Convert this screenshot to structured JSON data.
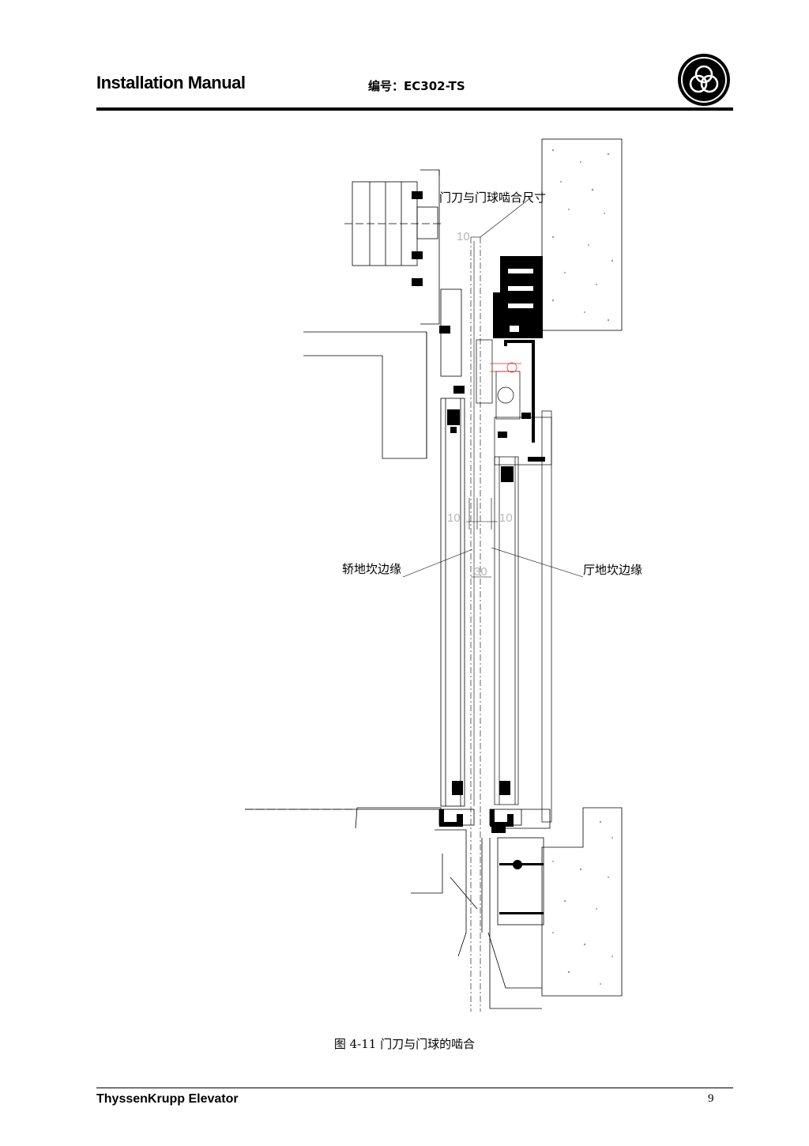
{
  "header": {
    "title": "Installation Manual",
    "doc_number": "编号：EC302-TS"
  },
  "drawing": {
    "label_engagement": "门刀与门球啮合尺寸",
    "label_car_sill_edge": "轿地坎边缘",
    "label_hall_sill_edge": "厅地坎边缘",
    "dim_top": "10",
    "dim_left": "10",
    "dim_right": "10",
    "dim_gap": "30"
  },
  "caption": "图 4-11   门刀与门球的啮合",
  "footer": {
    "company": "ThyssenKrupp Elevator",
    "page": "9"
  },
  "colors": {
    "ink": "#000000",
    "dimension": "#b8b8b8",
    "accent_red": "#cc3333"
  }
}
